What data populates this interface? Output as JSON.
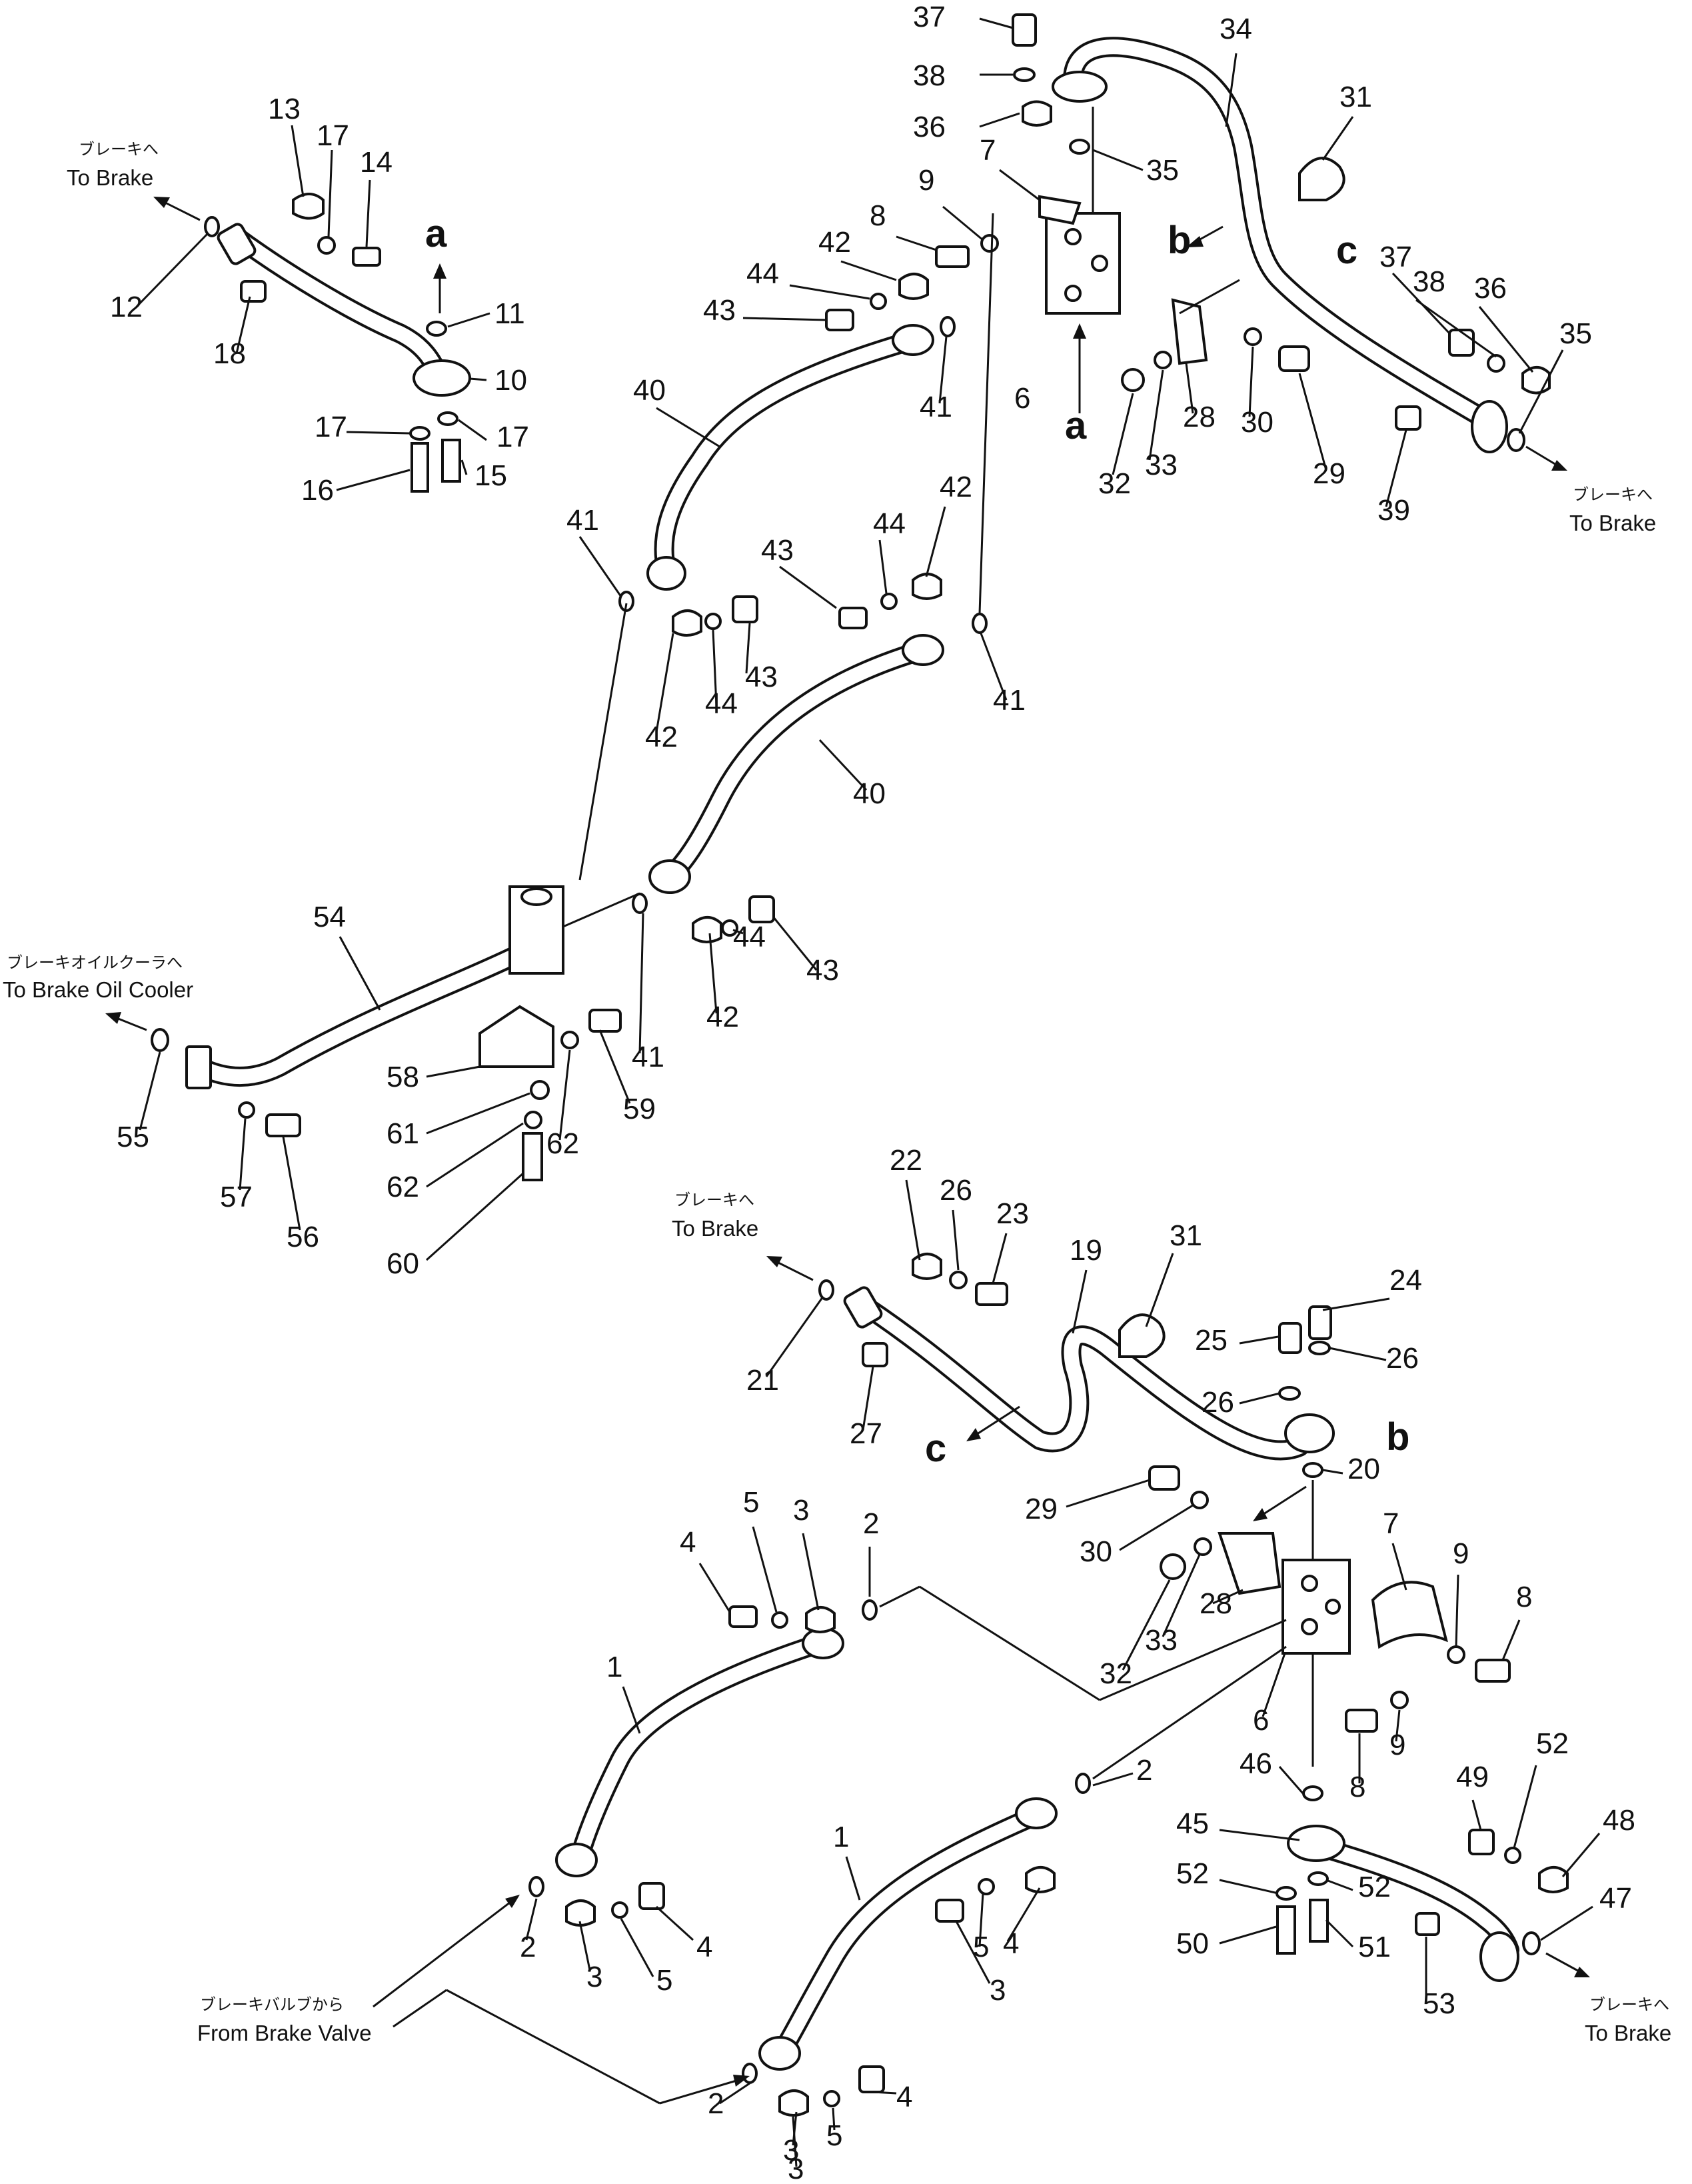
{
  "diagram": {
    "destinations": {
      "brake_top_left": {
        "jp": "ブレーキへ",
        "en": "To Brake"
      },
      "brake_top_right": {
        "jp": "ブレーキへ",
        "en": "To Brake"
      },
      "brake_oil_cooler": {
        "jp": "ブレーキオイルクーラへ",
        "en": "To Brake Oil Cooler"
      },
      "brake_middle": {
        "jp": "ブレーキへ",
        "en": "To Brake"
      },
      "brake_bottom_right": {
        "jp": "ブレーキへ",
        "en": "To Brake"
      },
      "from_brake_valve": {
        "jp": "ブレーキバルブから",
        "en": "From Brake Valve"
      }
    },
    "connection_letters": [
      "a",
      "a",
      "b",
      "b",
      "c",
      "c"
    ],
    "part_numbers": [
      "37",
      "34",
      "38",
      "31",
      "36",
      "35",
      "7",
      "9",
      "8",
      "b",
      "c",
      "42",
      "44",
      "43",
      "6",
      "a",
      "13",
      "17",
      "14",
      "12",
      "18",
      "11",
      "10",
      "17",
      "17",
      "16",
      "15",
      "40",
      "41",
      "37",
      "38",
      "36",
      "35",
      "28",
      "30",
      "33",
      "32",
      "29",
      "39",
      "41",
      "43",
      "44",
      "42",
      "42",
      "44",
      "43",
      "41",
      "40",
      "54",
      "41",
      "43",
      "44",
      "42",
      "58",
      "59",
      "61",
      "62",
      "62",
      "60",
      "55",
      "57",
      "56",
      "41",
      "22",
      "26",
      "23",
      "19",
      "31",
      "24",
      "25",
      "26",
      "26",
      "21",
      "27",
      "20",
      "29",
      "30",
      "3",
      "2",
      "5",
      "4",
      "7",
      "9",
      "8",
      "28",
      "33",
      "32",
      "6",
      "1",
      "8",
      "9",
      "46",
      "49",
      "52",
      "48",
      "1",
      "2",
      "45",
      "52",
      "52",
      "47",
      "50",
      "51",
      "53",
      "2",
      "4",
      "3",
      "5",
      "3",
      "5",
      "4",
      "2",
      "3",
      "4",
      "5",
      "3"
    ]
  }
}
